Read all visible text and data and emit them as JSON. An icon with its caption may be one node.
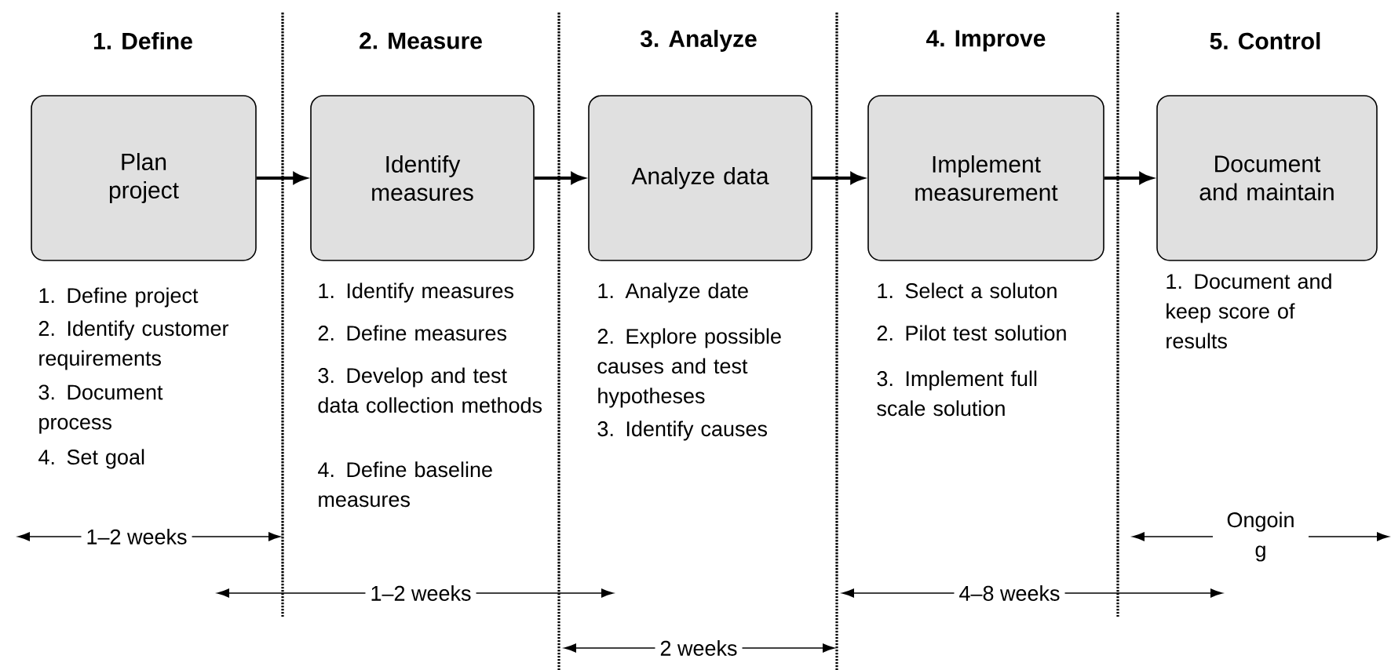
{
  "diagram": {
    "nodes": [
      {
        "text": [
          "Plan project"
        ]
      },
      {
        "text": [
          "Identify measures"
        ]
      },
      {
        "text": [
          "Analyze data"
        ]
      },
      {
        "text": [
          "Implement measurement"
        ]
      },
      {
        "text": [
          "Document and maintain"
        ]
      }
    ],
    "edges": [
      {
        "from": 0,
        "to": 1,
        "arrow": "to"
      },
      {
        "from": 1,
        "to": 2,
        "arrow": "to"
      },
      {
        "from": 2,
        "to": 3,
        "arrow": "to"
      },
      {
        "from": 3,
        "to": 4,
        "arrow": "to"
      }
    ],
    "labels": [
      "1. Define",
      "2. Measure",
      "3. Analyze",
      "4. Improve",
      "5. Control",
      "1. Define project",
      "2. Identify customer requirements",
      "3. Document process",
      "4. Set goal",
      "1. Identify measures",
      "2. Define measures",
      "3. Develop and test data collection methods",
      "4. Define baseline measures",
      "1. Analyze date",
      "2. Explore possible causes and test hypotheses",
      "3. Identify causes",
      "1. Select a soluton",
      "2. Pilot test solution",
      "3. Implement full scale solution",
      "1. Document and keep score of results",
      "1–2 weeks",
      "1–2 weeks",
      "2 weeks",
      "4–8 weeks",
      "Ongoin g"
    ]
  }
}
